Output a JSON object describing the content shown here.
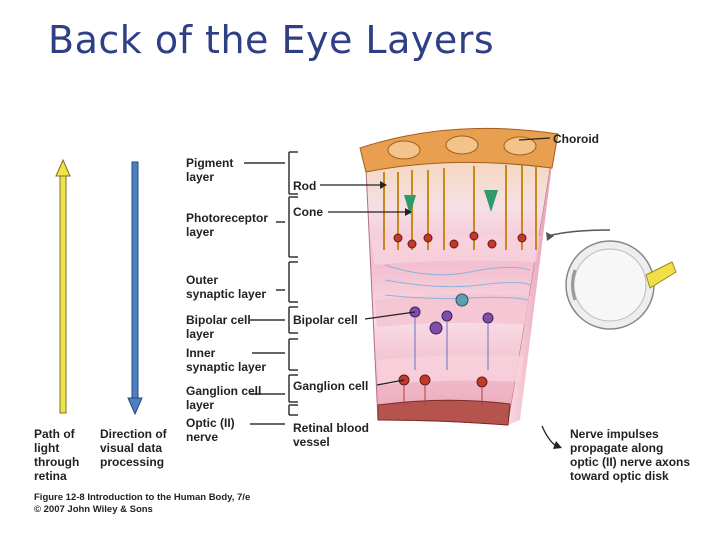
{
  "title": "Back of the Eye Layers",
  "left_labels": {
    "pigment": "Pigment\nlayer",
    "photoreceptor": "Photoreceptor\nlayer",
    "outer_synaptic": "Outer\nsynaptic layer",
    "bipolar_layer": "Bipolar cell\nlayer",
    "inner_synaptic": "Inner\nsynaptic layer",
    "ganglion_layer": "Ganglion cell\nlayer",
    "optic_nerve": "Optic (II)\nnerve"
  },
  "mid_labels": {
    "rod": "Rod",
    "cone": "Cone",
    "bipolar_cell": "Bipolar cell",
    "ganglion_cell": "Ganglion cell",
    "retinal_vessel": "Retinal blood\nvessel"
  },
  "right_labels": {
    "choroid": "Choroid",
    "nerve_impulses": "Nerve impulses\npropagate along\noptic (II) nerve axons\ntoward optic disk"
  },
  "arrows": {
    "light_path": "Path of\nlight\nthrough\nretina",
    "visual_direction": "Direction of\nvisual data\nprocessing"
  },
  "caption": {
    "line1": "Figure 12-8 Introduction to the Human Body, 7/e",
    "line2": "© 2007 John Wiley & Sons"
  },
  "colors": {
    "title": "#2e3f86",
    "light_arrow": "#f2e24a",
    "processing_arrow": "#4d7fc4",
    "choroid": "#e8a050",
    "retina_band": "#f4c6d4"
  }
}
